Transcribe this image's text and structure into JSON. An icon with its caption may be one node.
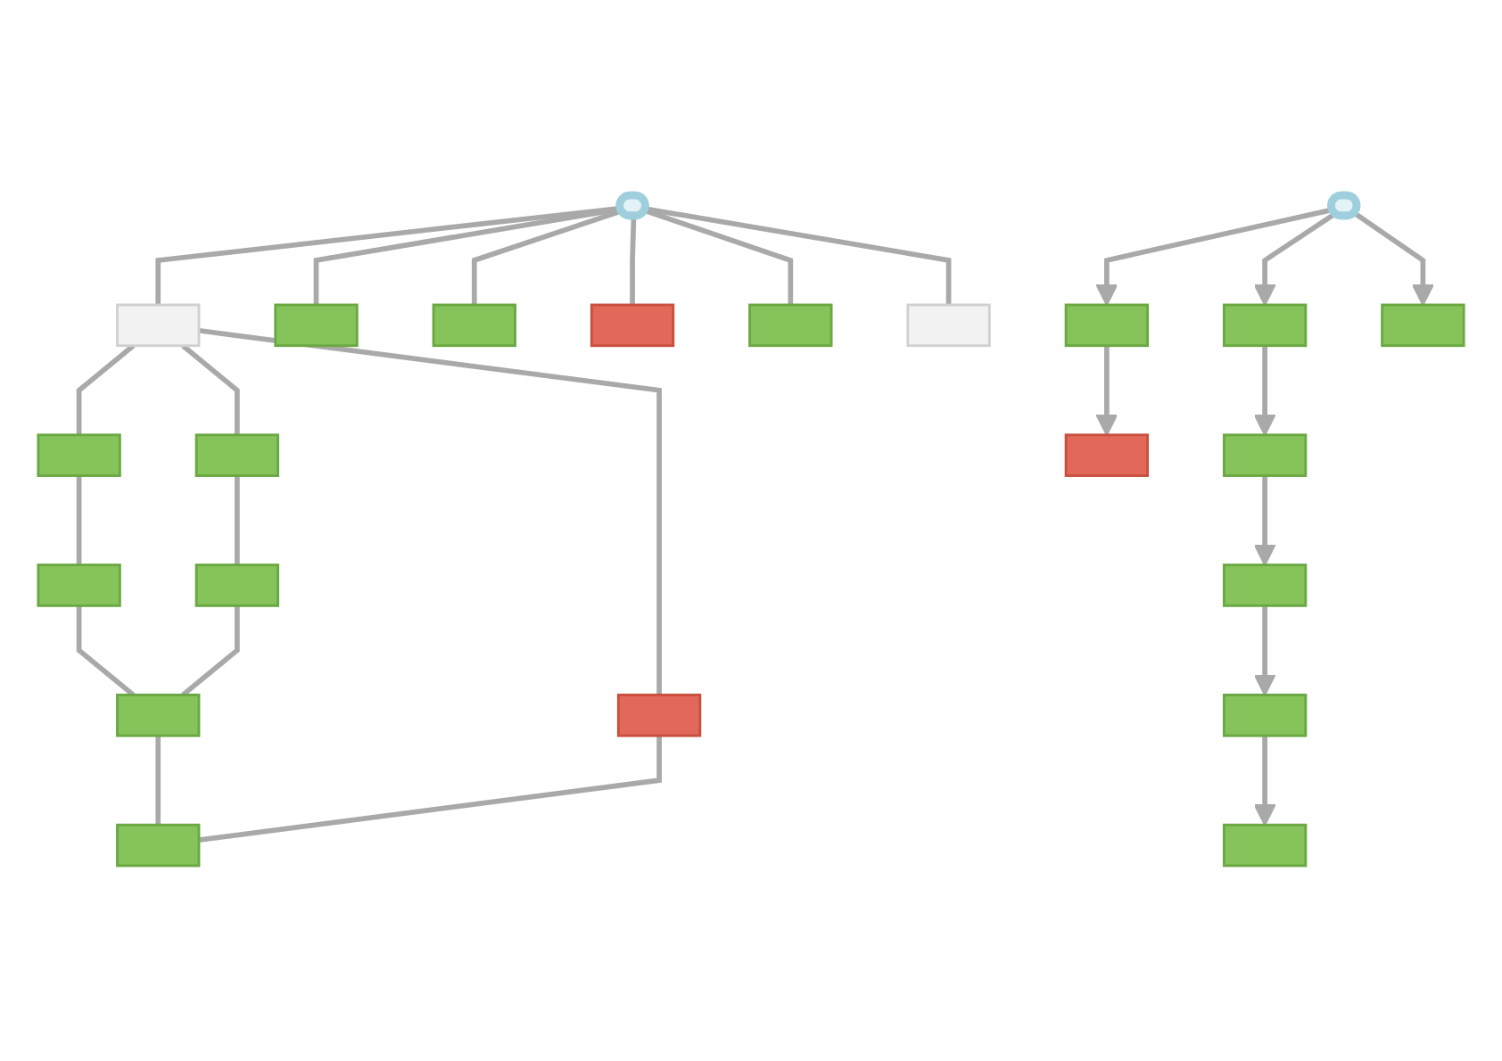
{
  "diagram": {
    "nodes": [
      {
        "text": [],
        "shape": "ellipse"
      },
      {
        "text": [],
        "shape": "box"
      },
      {
        "text": [],
        "shape": "box"
      },
      {
        "text": [],
        "shape": "box"
      },
      {
        "text": [],
        "shape": "box"
      },
      {
        "text": [],
        "shape": "box"
      },
      {
        "text": [],
        "shape": "box"
      },
      {
        "text": [],
        "shape": "box"
      },
      {
        "text": [],
        "shape": "box"
      },
      {
        "text": [],
        "shape": "box"
      },
      {
        "text": [],
        "shape": "box"
      },
      {
        "text": [],
        "shape": "box"
      },
      {
        "text": [],
        "shape": "box"
      },
      {
        "text": [],
        "shape": "box"
      },
      {
        "text": [],
        "shape": "ellipse"
      },
      {
        "text": [],
        "shape": "box"
      },
      {
        "text": [],
        "shape": "box"
      },
      {
        "text": [],
        "shape": "box"
      },
      {
        "text": [],
        "shape": "box"
      },
      {
        "text": [],
        "shape": "box"
      },
      {
        "text": [],
        "shape": "box"
      },
      {
        "text": [],
        "shape": "box"
      },
      {
        "text": [],
        "shape": "box"
      }
    ],
    "edges": [
      {
        "from": 0,
        "to": 1,
        "arrow": "none"
      },
      {
        "from": 0,
        "to": 2,
        "arrow": "none"
      },
      {
        "from": 0,
        "to": 3,
        "arrow": "none"
      },
      {
        "from": 0,
        "to": 4,
        "arrow": "none"
      },
      {
        "from": 0,
        "to": 5,
        "arrow": "none"
      },
      {
        "from": 0,
        "to": 10,
        "arrow": "none"
      },
      {
        "from": 1,
        "to": 6,
        "arrow": "none"
      },
      {
        "from": 6,
        "to": 8,
        "arrow": "none"
      },
      {
        "from": 8,
        "to": 12,
        "arrow": "none"
      },
      {
        "from": 12,
        "to": 13,
        "arrow": "none"
      },
      {
        "from": 1,
        "to": 7,
        "arrow": "none"
      },
      {
        "from": 7,
        "to": 9,
        "arrow": "none"
      },
      {
        "from": 9,
        "to": 12,
        "arrow": "none"
      },
      {
        "from": 1,
        "to": 11,
        "arrow": "none"
      },
      {
        "from": 11,
        "to": 13,
        "arrow": "none"
      },
      {
        "from": 14,
        "to": 15,
        "arrow": "to"
      },
      {
        "from": 14,
        "to": 16,
        "arrow": "to"
      },
      {
        "from": 14,
        "to": 17,
        "arrow": "to"
      },
      {
        "from": 15,
        "to": 18,
        "arrow": "to"
      },
      {
        "from": 18,
        "to": 20,
        "arrow": "to"
      },
      {
        "from": 20,
        "to": 21,
        "arrow": "to"
      },
      {
        "from": 21,
        "to": 22,
        "arrow": "to"
      },
      {
        "from": 16,
        "to": 19,
        "arrow": "to"
      }
    ]
  }
}
